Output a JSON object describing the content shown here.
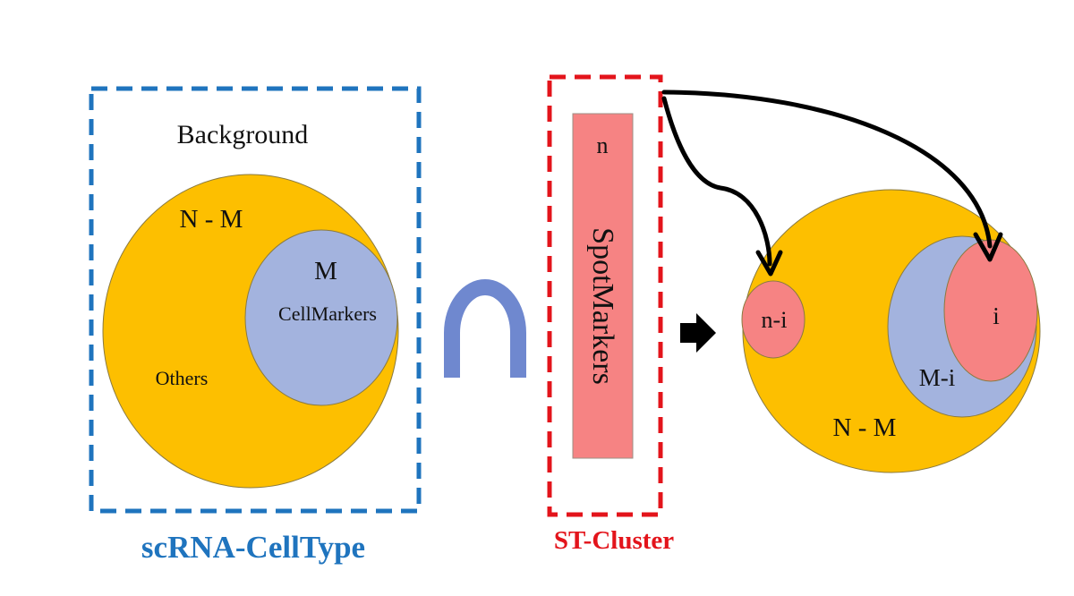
{
  "scrna": {
    "caption": "scRNA-CellType",
    "background_label": "Background",
    "outer_set_label": "N - M",
    "marker_set_label": "M",
    "marker_set_sublabel": "CellMarkers",
    "others_label": "Others"
  },
  "operator": {
    "symbol": "intersection"
  },
  "st": {
    "caption": "ST-Cluster",
    "spot_count_label": "n",
    "spot_markers_label": "SpotMarkers"
  },
  "result": {
    "arrow": "right-arrow-icon",
    "n_minus_i_label": "n-i",
    "i_label": "i",
    "m_minus_i_label": "M-i",
    "outer_set_label": "N - M"
  },
  "colors": {
    "gold": "#FDBF00",
    "lavender": "#A3B3DE",
    "salmon": "#F68383",
    "blue_dashed": "#1F74BE",
    "red_dashed": "#E3141B",
    "intersection_symbol": "#6F88CF",
    "arrow": "#000000"
  }
}
